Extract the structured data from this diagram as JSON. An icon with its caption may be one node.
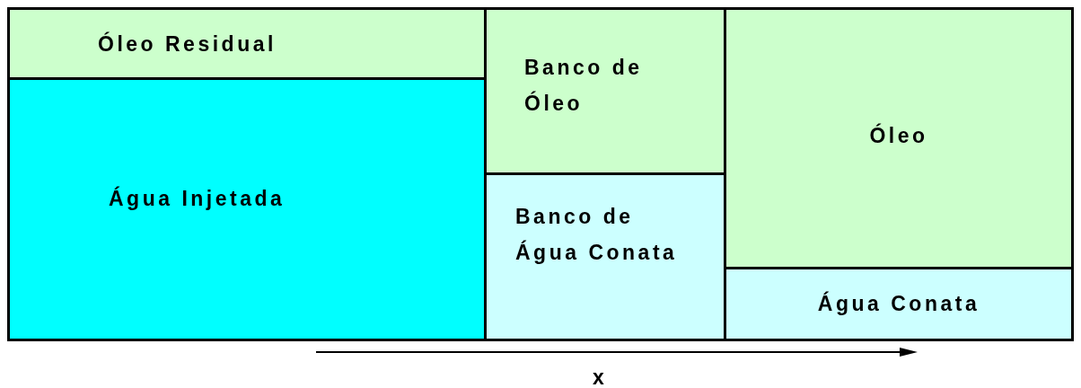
{
  "diagram": {
    "nodes": [
      {
        "text": [
          "Óleo Residual"
        ]
      },
      {
        "text": [
          "Água Injetada"
        ]
      },
      {
        "text": [
          "Banco de Óleo"
        ]
      },
      {
        "text": [
          "Banco de Água Conata"
        ]
      },
      {
        "text": [
          "Óleo"
        ]
      },
      {
        "text": [
          "Água Conata"
        ]
      }
    ],
    "labels": [
      "x"
    ]
  }
}
